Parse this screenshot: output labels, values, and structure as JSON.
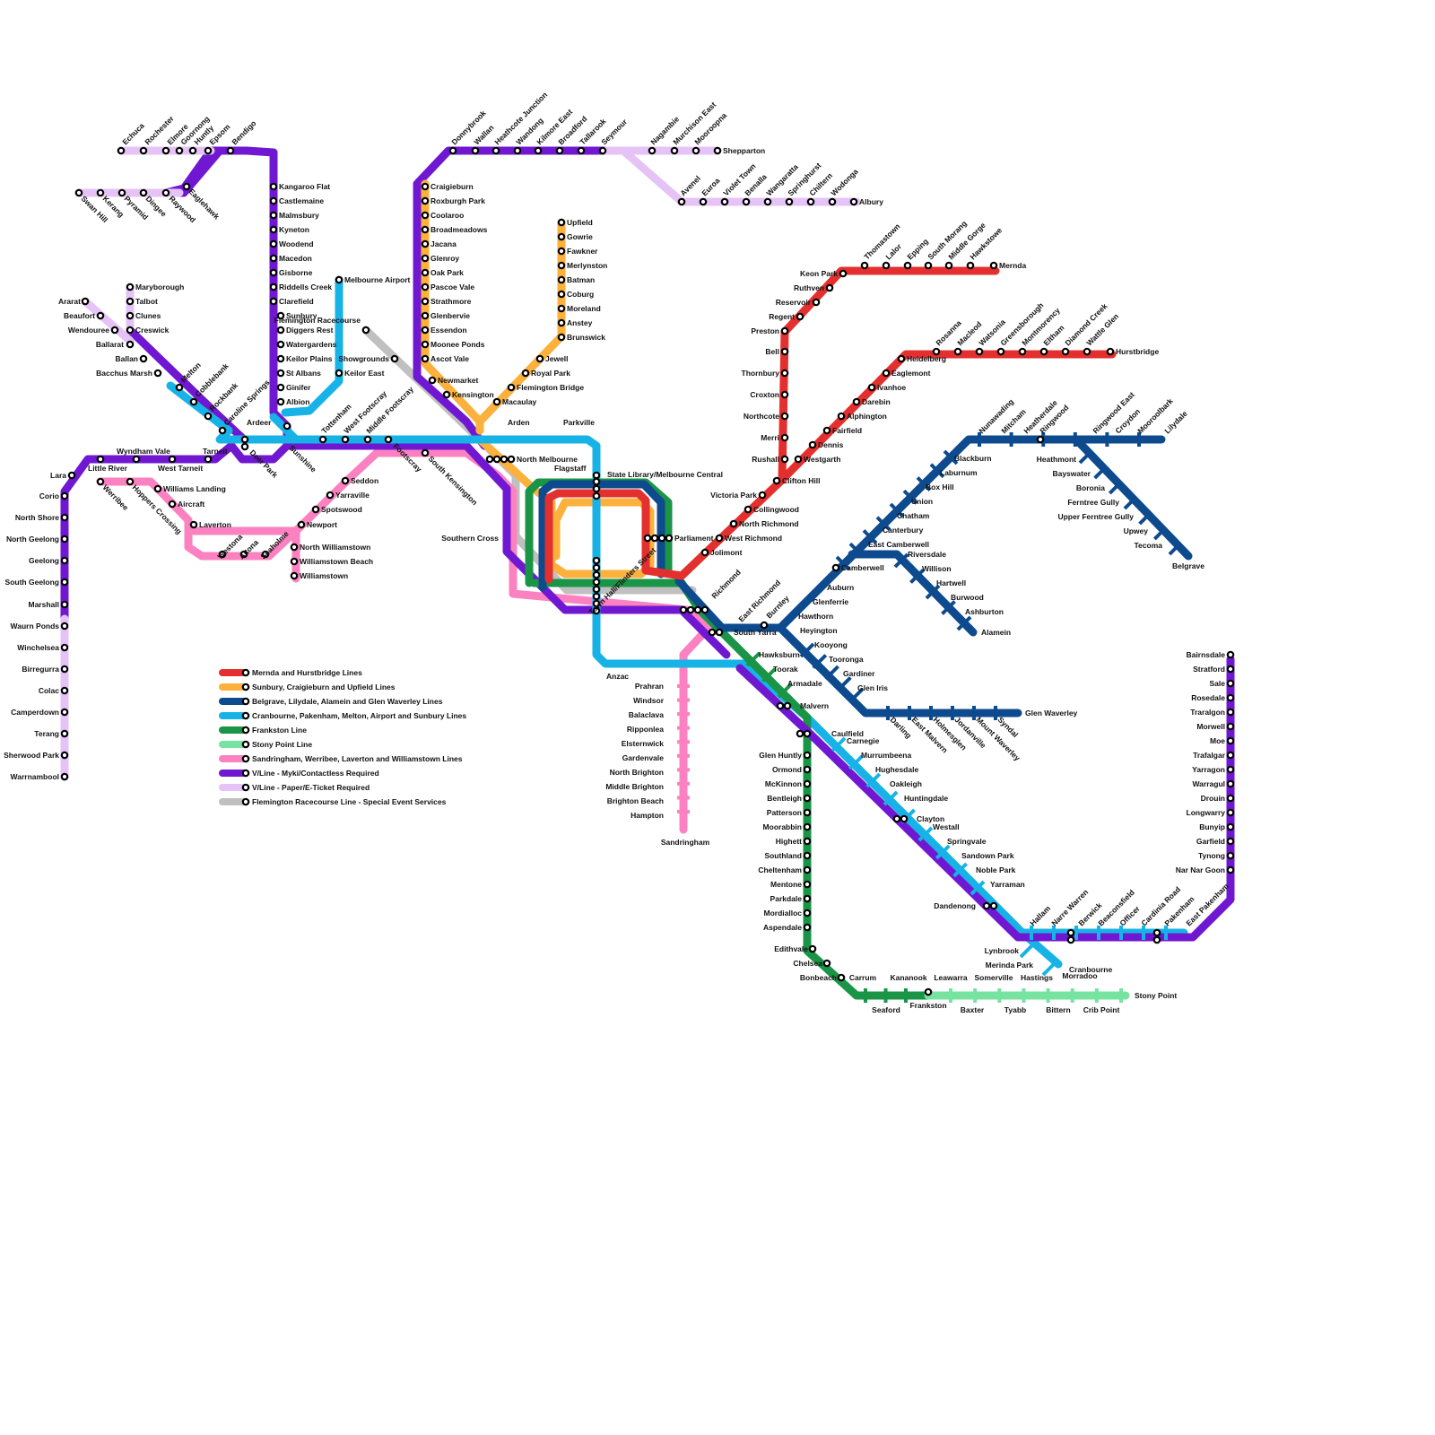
{
  "colors": {
    "red": "#e3302f",
    "orange": "#fbb13c",
    "navy": "#0d4a8e",
    "cyan": "#17b3e6",
    "green": "#1a9446",
    "mint": "#77e3a0",
    "pink": "#fb81c1",
    "purple": "#7018d1",
    "lilac": "#e6c3f7",
    "grey": "#c0c0c0"
  },
  "legend": [
    {
      "label": "Mernda and Hurstbridge Lines",
      "color": "red"
    },
    {
      "label": "Sunbury, Craigieburn and Upfield Lines",
      "color": "orange"
    },
    {
      "label": "Belgrave, Lilydale, Alamein and Glen Waverley Lines",
      "color": "navy"
    },
    {
      "label": "Cranbourne, Pakenham, Melton, Airport and Sunbury Lines",
      "color": "cyan"
    },
    {
      "label": "Frankston Line",
      "color": "green"
    },
    {
      "label": "Stony Point Line",
      "color": "mint"
    },
    {
      "label": "Sandringham, Werribee, Laverton and Williamstown Lines",
      "color": "pink"
    },
    {
      "label": "V/Line - Myki/Contactless Required",
      "color": "purple"
    },
    {
      "label": "V/Line - Paper/E-Ticket Required",
      "color": "lilac"
    },
    {
      "label": "Flemington Racecourse Line - Special Event Services",
      "color": "grey"
    }
  ],
  "stations": [
    "Echuca",
    "Rochester",
    "Elmore",
    "Goornong",
    "Huntly",
    "Epsom",
    "Bendigo",
    "Swan Hill",
    "Kerang",
    "Pyramid",
    "Dingee",
    "Raywood",
    "Eaglehawk",
    "Kangaroo Flat",
    "Castlemaine",
    "Malmsbury",
    "Kyneton",
    "Woodend",
    "Macedon",
    "Gisborne",
    "Riddells Creek",
    "Clarefield",
    "Sunbury",
    "Diggers Rest",
    "Watergardens",
    "Keilor Plains",
    "St Albans",
    "Ginifer",
    "Albion",
    "Melbourne Airport",
    "Keilor East",
    "Ararat",
    "Beaufort",
    "Wendouree",
    "Ballarat",
    "Ballan",
    "Bacchus Marsh",
    "Melton",
    "Cobblebank",
    "Rockbank",
    "Caroline Springs",
    "Maryborough",
    "Talbot",
    "Clunes",
    "Creswick",
    "Ardeer",
    "Deer Park",
    "Sunshine",
    "Tottenham",
    "West Footscray",
    "Middle Footscray",
    "Footscray",
    "South Kensington",
    "Wyndham Vale",
    "Tarneit",
    "West Tarneit",
    "Little River",
    "Lara",
    "Corio",
    "North Shore",
    "North Geelong",
    "Geelong",
    "South Geelong",
    "Marshall",
    "Waurn Ponds",
    "Winchelsea",
    "Birregurra",
    "Colac",
    "Camperdown",
    "Terang",
    "Sherwood Park",
    "Warrnambool",
    "Werribee",
    "Hoppers Crossing",
    "Williams Landing",
    "Aircraft",
    "Laverton",
    "Westona",
    "Altona",
    "Seaholme",
    "Newport",
    "Spotswood",
    "Yarraville",
    "Seddon",
    "North Williamstown",
    "Williamstown Beach",
    "Williamstown",
    "Flemington Racecourse",
    "Showgrounds",
    "Donnybrook",
    "Wallan",
    "Heathcote Junction",
    "Wandong",
    "Kilmore East",
    "Broadford",
    "Tallarook",
    "Seymour",
    "Nagambie",
    "Murchison East",
    "Mooroopna",
    "Shepparton",
    "Avenel",
    "Euroa",
    "Violet Town",
    "Benalla",
    "Wangaratta",
    "Springhurst",
    "Chiltern",
    "Wodonga",
    "Albury",
    "Craigieburn",
    "Roxburgh Park",
    "Coolaroo",
    "Broadmeadows",
    "Jacana",
    "Glenroy",
    "Oak Park",
    "Pascoe Vale",
    "Strathmore",
    "Glenbervie",
    "Essendon",
    "Moonee Ponds",
    "Ascot Vale",
    "Newmarket",
    "Kensington",
    "Upfield",
    "Gowrie",
    "Fawkner",
    "Merlynston",
    "Batman",
    "Coburg",
    "Moreland",
    "Anstey",
    "Brunswick",
    "Jewell",
    "Royal Park",
    "Flemington Bridge",
    "Macaulay",
    "Arden",
    "Parkville",
    "North Melbourne",
    "Flagstaff",
    "State Library/Melbourne Central",
    "Southern Cross",
    "Parliament",
    "Town Hall/Flinders Street",
    "Anzac",
    "Mernda",
    "Hawkstowe",
    "Middle Gorge",
    "South Morang",
    "Epping",
    "Lalor",
    "Thomastown",
    "Keon Park",
    "Ruthven",
    "Reservoir",
    "Regent",
    "Preston",
    "Bell",
    "Thornbury",
    "Croxton",
    "Northcote",
    "Merri",
    "Rushall",
    "Westgarth",
    "Dennis",
    "Fairfield",
    "Alphington",
    "Darebin",
    "Ivanhoe",
    "Eaglemont",
    "Heidelberg",
    "Hurstbridge",
    "Wattle Glen",
    "Diamond Creek",
    "Eltham",
    "Montmorency",
    "Greensborough",
    "Watsonia",
    "Macleod",
    "Rosanna",
    "Clifton Hill",
    "Victoria Park",
    "Collingwood",
    "North Richmond",
    "West Richmond",
    "Jolimont",
    "Richmond",
    "East Richmond",
    "Burnley",
    "South Yarra",
    "Hawthorn",
    "Glenferrie",
    "Auburn",
    "Camberwell",
    "East Camberwell",
    "Canterbury",
    "Chatham",
    "Union",
    "Box Hill",
    "Laburnum",
    "Blackburn",
    "Nunawading",
    "Mitcham",
    "Heatherdale",
    "Ringwood",
    "Ringwood East",
    "Croydon",
    "Mooroolbark",
    "Lilydale",
    "Heathmont",
    "Bayswater",
    "Boronia",
    "Ferntree Gully",
    "Upper Ferntree Gully",
    "Upwey",
    "Tecoma",
    "Belgrave",
    "Riversdale",
    "Willison",
    "Hartwell",
    "Burwood",
    "Ashburton",
    "Alamein",
    "Heyington",
    "Kooyong",
    "Tooronga",
    "Gardiner",
    "Glen Iris",
    "Darling",
    "East Malvern",
    "Holmesglen",
    "Jordanville",
    "Mount Waverley",
    "Syndal",
    "Glen Waverley",
    "Hawksburn",
    "Toorak",
    "Armadale",
    "Malvern",
    "Caulfield",
    "Carnegie",
    "Murrumbeena",
    "Hughesdale",
    "Oakleigh",
    "Huntingdale",
    "Clayton",
    "Westall",
    "Springvale",
    "Sandown Park",
    "Noble Park",
    "Yarraman",
    "Dandenong",
    "Hallam",
    "Narre Warren",
    "Berwick",
    "Beaconsfield",
    "Officer",
    "Cardinia Road",
    "Pakenham",
    "East Pakenham",
    "Lynbrook",
    "Merinda Park",
    "Cranbourne",
    "Bairnsdale",
    "Stratford",
    "Sale",
    "Rosedale",
    "Traralgon",
    "Morwell",
    "Moe",
    "Trafalgar",
    "Yarragon",
    "Warragul",
    "Drouin",
    "Longwarry",
    "Bunyip",
    "Garfield",
    "Tynong",
    "Nar Nar Goon",
    "Prahran",
    "Windsor",
    "Balaclava",
    "Ripponlea",
    "Elsternwick",
    "Gardenvale",
    "North Brighton",
    "Middle Brighton",
    "Brighton Beach",
    "Hampton",
    "Sandringham",
    "Glen Huntly",
    "Ormond",
    "McKinnon",
    "Bentleigh",
    "Patterson",
    "Moorabbin",
    "Highett",
    "Southland",
    "Cheltenham",
    "Mentone",
    "Parkdale",
    "Mordialloc",
    "Aspendale",
    "Edithvale",
    "Chelsea",
    "Bonbeach",
    "Carrum",
    "Seaford",
    "Kananook",
    "Frankston",
    "Leawarra",
    "Baxter",
    "Somerville",
    "Tyabb",
    "Hastings",
    "Bittern",
    "Morradoo",
    "Crib Point",
    "Stony Point"
  ]
}
